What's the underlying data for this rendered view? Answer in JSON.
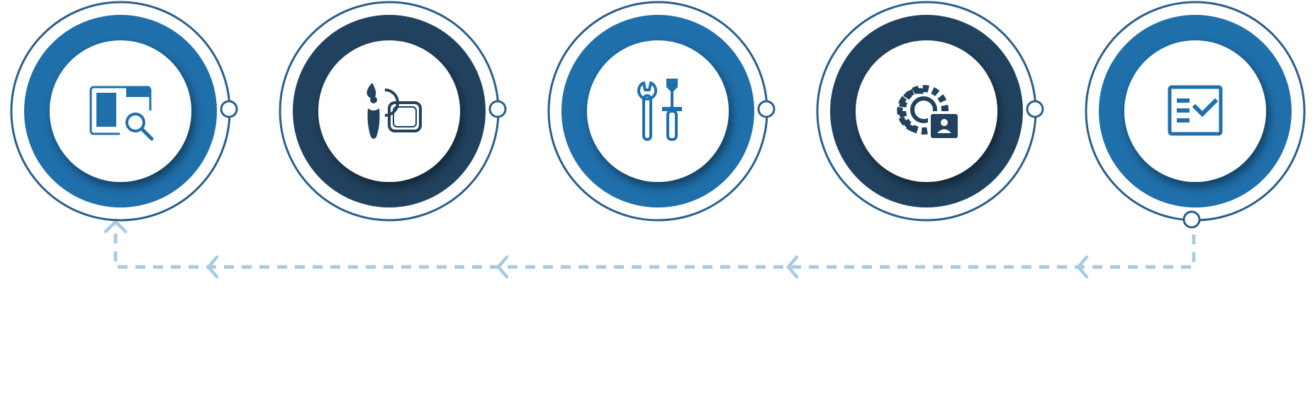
{
  "colors": {
    "blue": "#1f6fab",
    "navy": "#21425e",
    "outline": "#2a5f8a",
    "dash": "#a9cbe0",
    "white": "#ffffff"
  },
  "steps": [
    {
      "id": "research",
      "ring": "blue",
      "icon": "layout-search-icon"
    },
    {
      "id": "design",
      "ring": "navy",
      "icon": "paint-shapes-icon"
    },
    {
      "id": "develop",
      "ring": "blue",
      "icon": "wrench-screwdriver-icon"
    },
    {
      "id": "manage",
      "ring": "navy",
      "icon": "gear-user-icon"
    },
    {
      "id": "review",
      "ring": "blue",
      "icon": "checklist-icon"
    }
  ],
  "flow": {
    "direction": "right-to-left",
    "style": "dashed"
  }
}
